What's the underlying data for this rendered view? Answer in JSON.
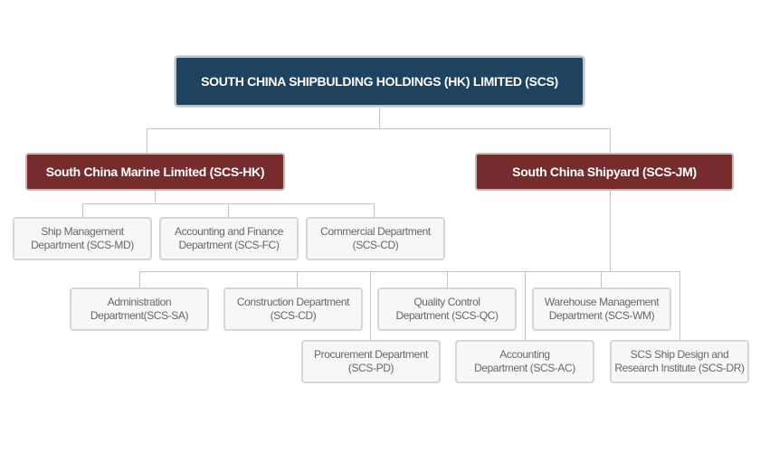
{
  "holding": {
    "name": "SOUTH CHINA SHIPBULDING HOLDINGS (HK) LIMITED (SCS)"
  },
  "colors": {
    "holding_bg": "#1e4360",
    "subsidiary_bg": "#762c2c",
    "department_bg": "#f7f7f8",
    "connector": "#c4c4c4"
  },
  "subsidiaries": [
    {
      "name": "South China Marine Limited (SCS-HK)",
      "departments": [
        {
          "line1": "Ship Management",
          "line2": "Department (SCS-MD)"
        },
        {
          "line1": "Accounting and Finance",
          "line2": "Department (SCS-FC)"
        },
        {
          "line1": "Commercial Department",
          "line2": "(SCS-CD)"
        }
      ]
    },
    {
      "name": "South China Shipyard (SCS-JM)",
      "departments": [
        {
          "line1": "Administration",
          "line2": "Department(SCS-SA)"
        },
        {
          "line1": "Construction Department",
          "line2": "(SCS-CD)"
        },
        {
          "line1": "Quality Control",
          "line2": "Department (SCS-QC)"
        },
        {
          "line1": "Warehouse Management",
          "line2": "Department (SCS-WM)"
        },
        {
          "line1": "Procurement Department",
          "line2": "(SCS-PD)"
        },
        {
          "line1": "Accounting",
          "line2": "Department (SCS-AC)"
        },
        {
          "line1": "SCS Ship Design and",
          "line2": "Research Institute (SCS-DR)"
        }
      ]
    }
  ]
}
